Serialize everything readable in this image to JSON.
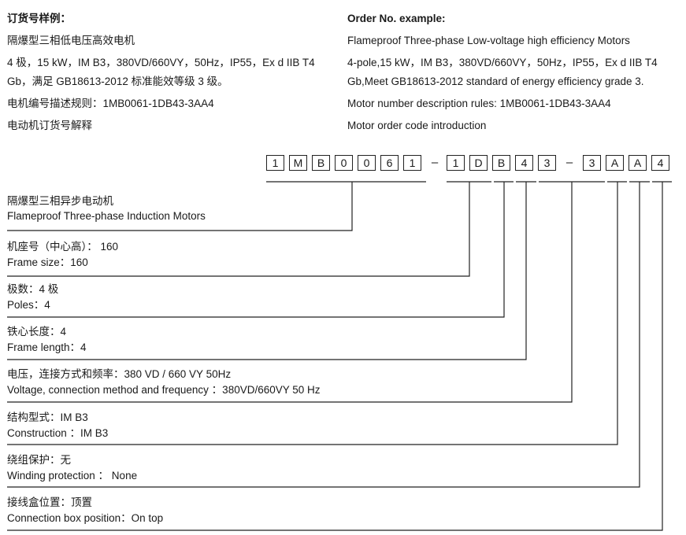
{
  "cn": {
    "heading": "订货号样例：",
    "l1": "隔爆型三相低电压高效电机",
    "l2": "4 极，15 kW，IM B3，380VD/660VY，50Hz，IP55，Ex d IIB T4",
    "l3": "Gb，满足 GB18613-2012 标准能效等级 3 级。",
    "l4": "电机编号描述规则：1MB0061-1DB43-3AA4",
    "l5": "电动机订货号解释"
  },
  "en": {
    "heading": "Order No. example:",
    "l1": "Flameproof Three-phase Low-voltage high efficiency Motors",
    "l2": "4-pole,15 kW，IM B3，380VD/660VY，50Hz，IP55，Ex d IIB T4",
    "l3": "Gb,Meet GB18613-2012 standard of energy efficiency grade 3.",
    "l4": "Motor number description rules: 1MB0061-1DB43-3AA4",
    "l5": "Motor order code introduction"
  },
  "code": {
    "g1": [
      "1",
      "M",
      "B",
      "0",
      "0",
      "6",
      "1"
    ],
    "g2": [
      "1",
      "D",
      "B",
      "4",
      "3"
    ],
    "g3": [
      "3",
      "A",
      "A",
      "4"
    ],
    "sep": "–"
  },
  "items": [
    {
      "cn": "隔爆型三相异步电动机",
      "en": "Flameproof Three-phase Induction Motors"
    },
    {
      "cn": "机座号（中心高）： 160",
      "en": "Frame size：160"
    },
    {
      "cn": "极数：4 极",
      "en": "Poles：4"
    },
    {
      "cn": "铁心长度：4",
      "en": " Frame length：4"
    },
    {
      "cn": "电压，连接方式和频率：380 VD / 660 VY 50Hz",
      "en": "Voltage, connection method and frequency ：380VD/660VY 50 Hz"
    },
    {
      "cn": "结构型式：IM B3",
      "en": "Construction ：IM B3"
    },
    {
      "cn": "绕组保护：无",
      "en": "Winding protection ： None"
    },
    {
      "cn": "接线盒位置：顶置",
      "en": "Connection box position：On top"
    }
  ]
}
